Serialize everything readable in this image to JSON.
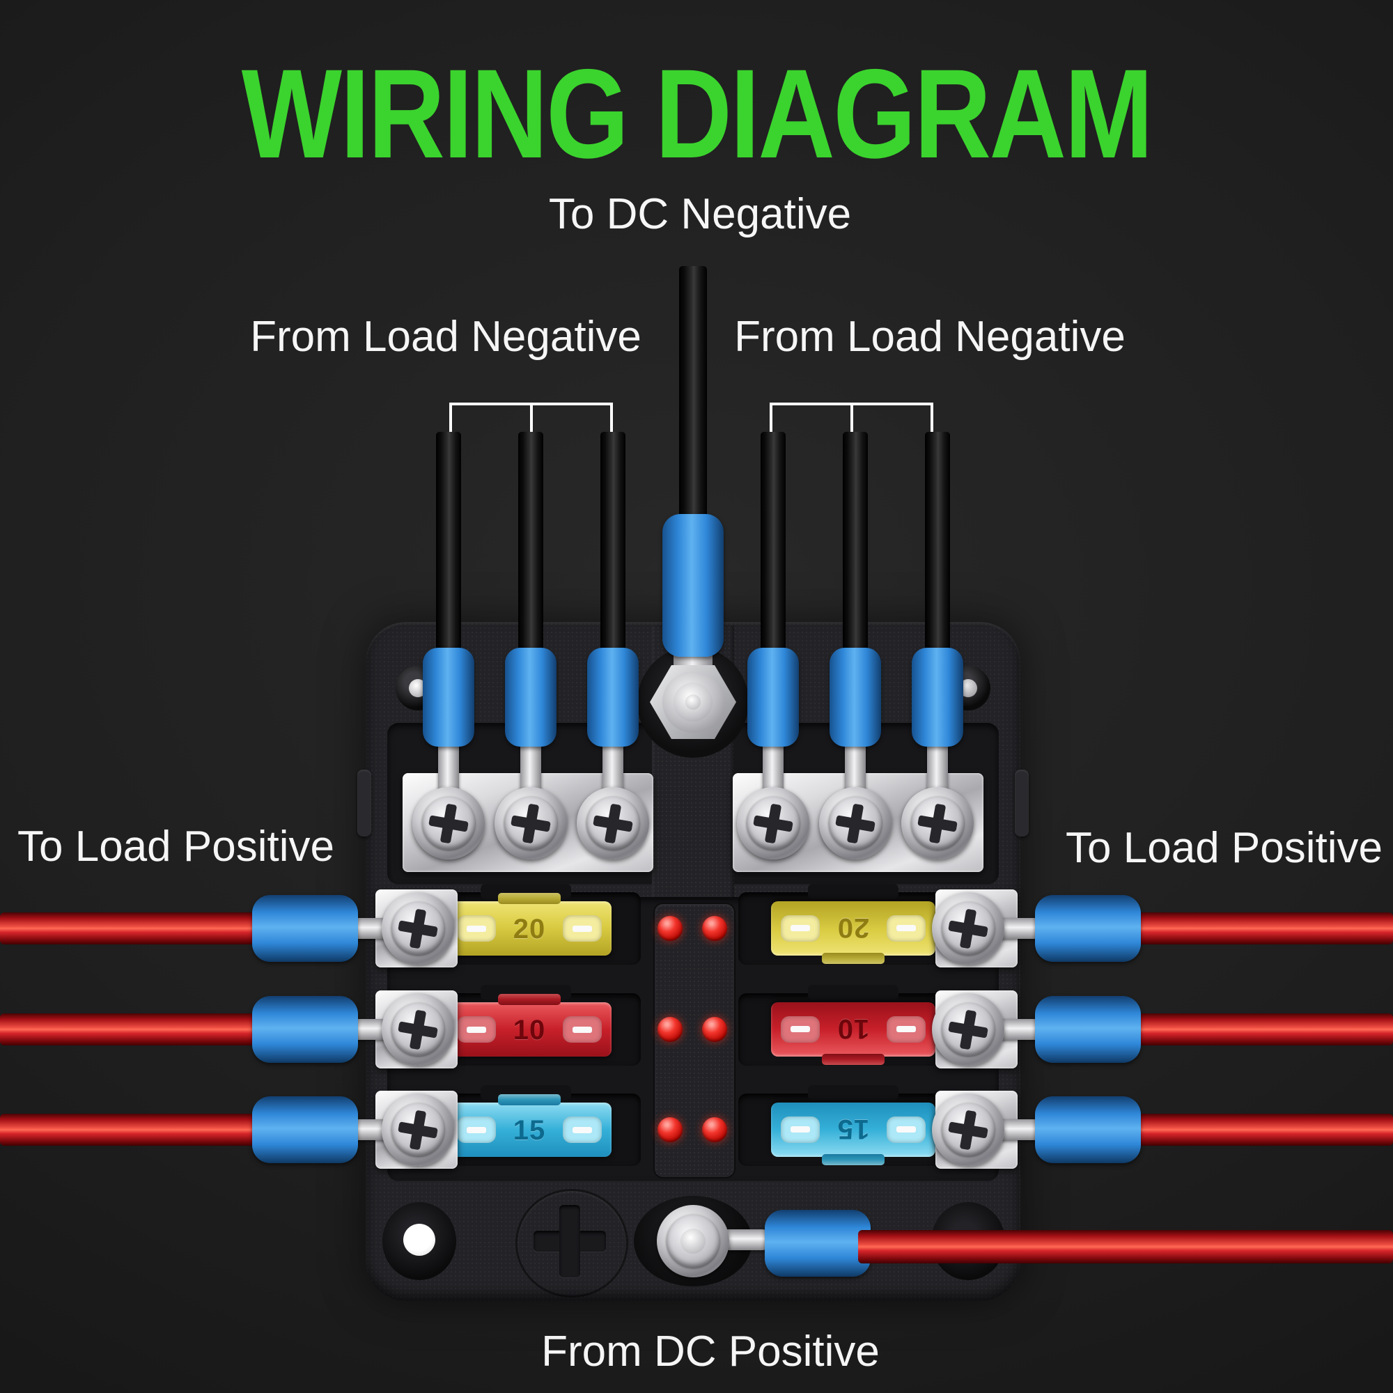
{
  "title": "WIRING DIAGRAM",
  "labels": {
    "dc_negative": "To DC Negative",
    "load_negative_left": "From Load Negative",
    "load_negative_right": "From Load Negative",
    "load_positive_left": "To Load Positive",
    "load_positive_right": "To Load Positive",
    "dc_positive": "From DC Positive"
  },
  "fuses": {
    "left": [
      {
        "amp": "20",
        "color": "#dacc43"
      },
      {
        "amp": "10",
        "color": "#c8202a"
      },
      {
        "amp": "15",
        "color": "#35b0d8"
      }
    ],
    "right": [
      {
        "amp": "20",
        "color": "#dacc43"
      },
      {
        "amp": "10",
        "color": "#c8202a"
      },
      {
        "amp": "15",
        "color": "#35b0d8"
      }
    ]
  },
  "colors": {
    "title_green": "#3bd32e",
    "label_white": "#f6f6f6",
    "connector_blue": "#2f87d8",
    "positive_wire_red": "#d6252a",
    "negative_wire_black": "#111111",
    "led_red": "#e02a1f",
    "box_plastic": "#232327",
    "bus_plate_silver": "#d9d9dc"
  }
}
